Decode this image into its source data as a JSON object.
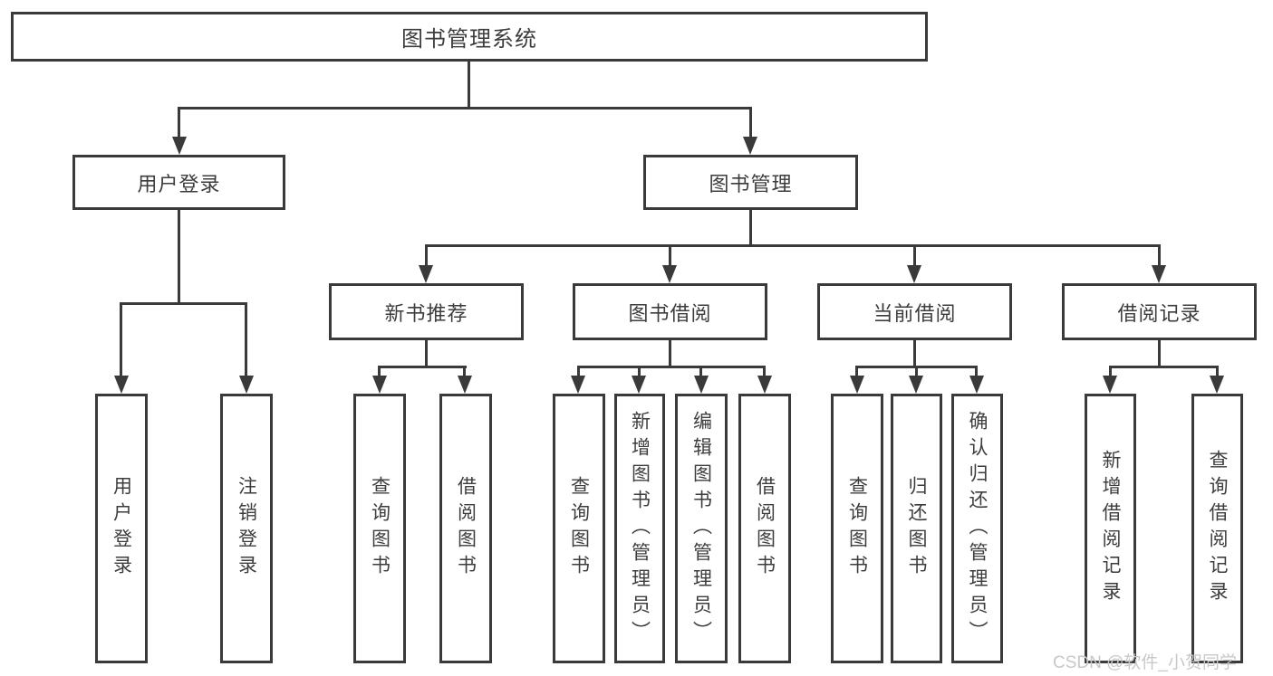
{
  "diagram_title": "图书管理系统",
  "nodes": {
    "root": "图书管理系统",
    "user_login": "用户登录",
    "book_mgmt": "图书管理",
    "new_book": "新书推荐",
    "book_borrow": "图书借阅",
    "current_borrow": "当前借阅",
    "borrow_records": "借阅记录"
  },
  "leaves": [
    "用户登录",
    "注销登录",
    "查询图书",
    "借阅图书",
    "查询图书",
    "新增图书（管理员）",
    "编辑图书（管理员）",
    "借阅图书",
    "查询图书",
    "归还图书",
    "确认归还（管理员）",
    "新增借阅记录",
    "查询借阅记录"
  ],
  "edges": [
    {
      "from": "图书管理系统",
      "to": [
        "用户登录",
        "图书管理"
      ]
    },
    {
      "from": "用户登录",
      "to": [
        "用户登录",
        "注销登录"
      ]
    },
    {
      "from": "图书管理",
      "to": [
        "新书推荐",
        "图书借阅",
        "当前借阅",
        "借阅记录"
      ]
    },
    {
      "from": "新书推荐",
      "to": [
        "查询图书",
        "借阅图书"
      ]
    },
    {
      "from": "图书借阅",
      "to": [
        "查询图书",
        "新增图书（管理员）",
        "编辑图书（管理员）",
        "借阅图书"
      ]
    },
    {
      "from": "当前借阅",
      "to": [
        "查询图书",
        "归还图书",
        "确认归还（管理员）"
      ]
    },
    {
      "from": "借阅记录",
      "to": [
        "新增借阅记录",
        "查询借阅记录"
      ]
    }
  ],
  "watermark": "CSDN @软件_小贺同学",
  "colors": {
    "line": "#3a3a3a",
    "text": "#3d3d3d",
    "watermark": "#c8c8c8"
  }
}
